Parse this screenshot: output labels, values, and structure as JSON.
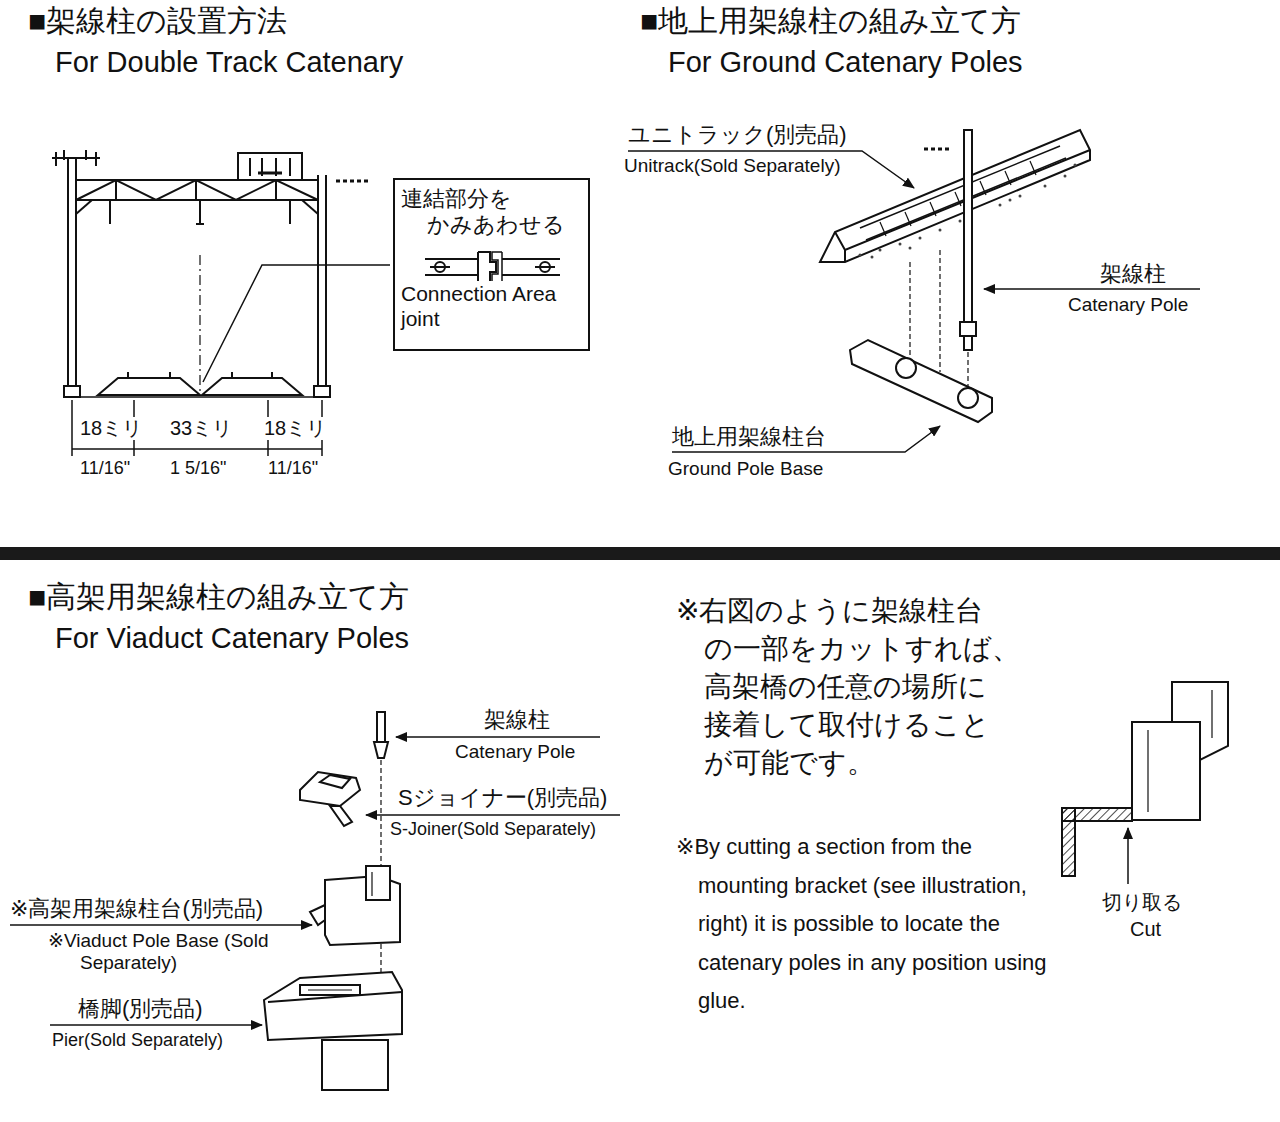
{
  "diagram": {
    "nodes": [
      {
        "text": [
          "連結部分を かみあわせる",
          "Connection Area joint"
        ]
      }
    ],
    "labels": [
      "■架線柱の設置方法",
      "For Double Track Catenary",
      "■地上用架線柱の組み立て方",
      "For Ground Catenary Poles",
      "18ミリ",
      "33ミリ",
      "18ミリ",
      "11/16\"",
      "1 5/16\"",
      "11/16\"",
      "ユニトラック(別売品)",
      "Unitrack(Sold Separately)",
      "架線柱",
      "Catenary Pole",
      "地上用架線柱台",
      "Ground Pole Base",
      "■高架用架線柱の組み立て方",
      "For Viaduct Catenary Poles",
      "架線柱",
      "Catenary Pole",
      "Sジョイナー(別売品)",
      "S-Joiner(Sold Separately)",
      "※高架用架線柱台(別売品)",
      "※Viaduct Pole Base (Sold Separately)",
      "橋脚(別売品)",
      "Pier(Sold Separately)",
      "※右図のように架線柱台 の一部をカットすれば、 高架橋の任意の場所に 接着して取付けること が可能です。",
      "※By cutting a section from the mounting bracket (see illustration, right) it is possible to locate the catenary poles in any position using glue.",
      "切り取る",
      "Cut"
    ]
  }
}
